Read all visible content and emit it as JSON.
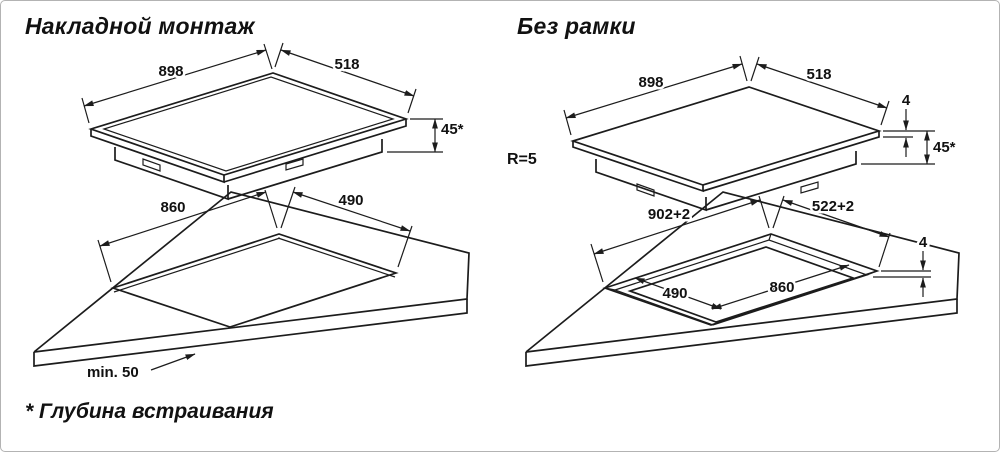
{
  "titles": {
    "surface_mount": "Накладной монтаж",
    "frameless": "Без рамки",
    "footnote": "* Глубина встраивания"
  },
  "surface_mount": {
    "hob": {
      "width_mm": "898",
      "depth_mm": "518",
      "build_in_depth": "45*"
    },
    "cutout": {
      "width_mm": "860",
      "depth_mm": "490",
      "min_front_distance": "min. 50"
    }
  },
  "frameless": {
    "corner_radius": "R=5",
    "hob": {
      "width_mm": "898",
      "depth_mm": "518",
      "glass_thickness": "4",
      "build_in_depth": "45*"
    },
    "cutout": {
      "width_mm": "902+2",
      "depth_mm": "522+2",
      "rebate_depth": "4",
      "inner_width_mm": "860",
      "inner_depth_mm": "490"
    }
  }
}
